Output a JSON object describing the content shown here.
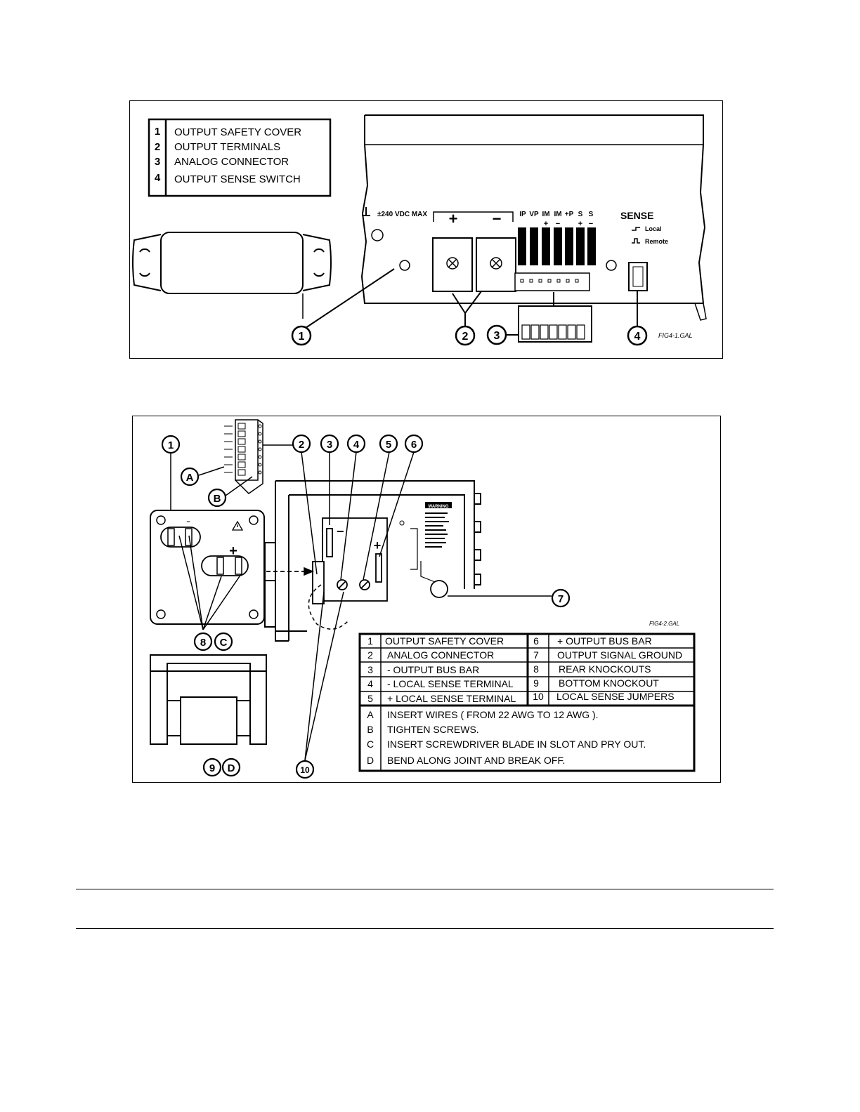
{
  "figure1": {
    "legend": [
      {
        "num": "1",
        "text": "OUTPUT SAFETY COVER"
      },
      {
        "num": "2",
        "text": "OUTPUT TERMINALS"
      },
      {
        "num": "3",
        "text": "ANALOG CONNECTOR"
      },
      {
        "num": "4",
        "text": "OUTPUT SENSE SWITCH"
      }
    ],
    "panel": {
      "ground_label": "±240 VDC MAX",
      "plus": "+",
      "minus": "−",
      "connector_pins": [
        "IP",
        "VP",
        "IM",
        "IM",
        "+P",
        "S",
        "S"
      ],
      "connector_signs": [
        "+",
        "−",
        "+",
        "−"
      ],
      "sense_title": "SENSE",
      "sense_local": "Local",
      "sense_remote": "Remote"
    },
    "callouts": [
      "1",
      "2",
      "3",
      "4"
    ],
    "file_label": "FIG4-1.GAL"
  },
  "figure2": {
    "legend_left": [
      {
        "num": "1",
        "text": "OUTPUT SAFETY COVER"
      },
      {
        "num": "2",
        "text": "ANALOG CONNECTOR"
      },
      {
        "num": "3",
        "text": "- OUTPUT BUS BAR"
      },
      {
        "num": "4",
        "text": "- LOCAL SENSE TERMINAL"
      },
      {
        "num": "5",
        "text": "+ LOCAL SENSE TERMINAL"
      }
    ],
    "legend_right": [
      {
        "num": "6",
        "text": "+ OUTPUT BUS BAR"
      },
      {
        "num": "7",
        "text": "OUTPUT SIGNAL GROUND"
      },
      {
        "num": "8",
        "text": "REAR KNOCKOUTS"
      },
      {
        "num": "9",
        "text": "BOTTOM KNOCKOUT"
      },
      {
        "num": "10",
        "text": "LOCAL SENSE JUMPERS"
      }
    ],
    "steps": [
      {
        "letter": "A",
        "text": "INSERT WIRES ( FROM 22 AWG TO 12 AWG )."
      },
      {
        "letter": "B",
        "text": "TIGHTEN SCREWS."
      },
      {
        "letter": "C",
        "text": "INSERT SCREWDRIVER BLADE IN SLOT AND PRY OUT."
      },
      {
        "letter": "D",
        "text": "BEND ALONG JOINT AND BREAK OFF."
      }
    ],
    "callouts": [
      "1",
      "2",
      "3",
      "4",
      "5",
      "6",
      "7",
      "8",
      "9",
      "10"
    ],
    "letter_callouts": [
      "A",
      "B",
      "C",
      "D"
    ],
    "cover_plus": "+",
    "cover_minus": "−",
    "bus_plus": "+",
    "bus_minus": "−",
    "warning_title": "WARNING",
    "file_label": "FIG4-2.GAL"
  }
}
